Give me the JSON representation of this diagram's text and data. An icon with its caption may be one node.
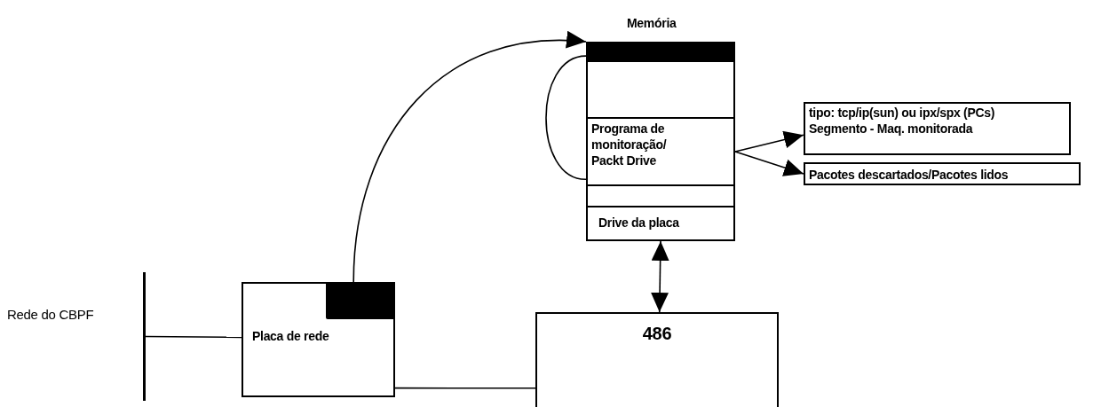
{
  "diagram": {
    "nodes": [
      {
        "text": [
          "Memória"
        ]
      },
      {
        "text": [],
        "shape": "bar",
        "in": 0
      },
      {
        "text": [
          "Programa de monitoração/ Packt Drive"
        ],
        "in": 0
      },
      {
        "text": [
          "Drive da placa"
        ],
        "in": 0
      },
      {
        "text": [
          "tipo: tcp/ip(sun) ou ipx/spx (PCs)",
          "Segmento - Maq. monitorada"
        ]
      },
      {
        "text": [
          "Pacotes descartados/Pacotes lidos"
        ]
      },
      {
        "text": [],
        "shape": "bar"
      },
      {
        "text": [
          "Placa de rede"
        ]
      },
      {
        "text": [],
        "shape": "box",
        "in": 7
      },
      {
        "text": [
          "486"
        ]
      }
    ],
    "edges": [
      {
        "from": 8,
        "to": 1,
        "arrow": "to"
      },
      {
        "from": 1,
        "to": 2,
        "arrow": "none"
      },
      {
        "from": 2,
        "to": 4,
        "arrow": "to"
      },
      {
        "from": 2,
        "to": 5,
        "arrow": "to"
      },
      {
        "from": 3,
        "to": 9,
        "arrow": "both"
      },
      {
        "from": 6,
        "to": 7,
        "arrow": "none"
      },
      {
        "from": 7,
        "to": 9,
        "arrow": "none"
      }
    ],
    "labels": [
      "Rede do CBPF"
    ]
  }
}
